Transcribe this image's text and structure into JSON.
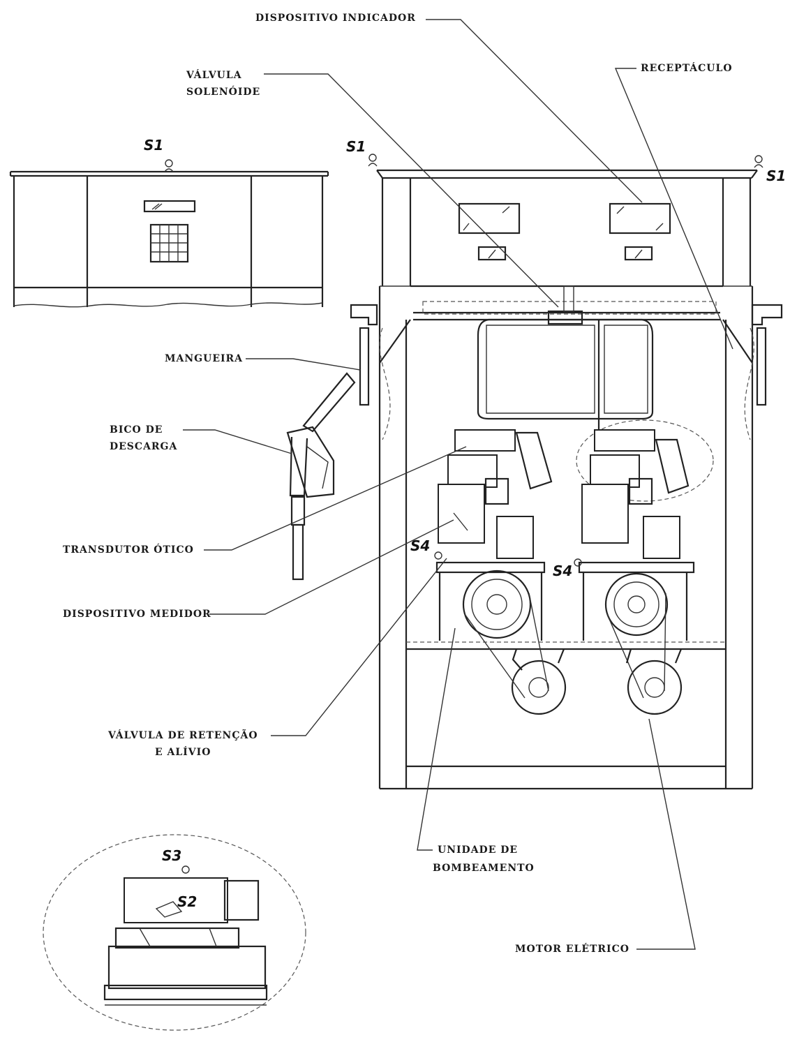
{
  "labels": {
    "dispositivo_indicador": "DISPOSITIVO INDICADOR",
    "valvula_solenoide": [
      "VÁLVULA",
      "SOLENÓIDE"
    ],
    "receptaculo": "RECEPTÁCULO",
    "mangueira": "MANGUEIRA",
    "bico_de_descarga": [
      "BICO DE",
      "DESCARGA"
    ],
    "transdutor_otico": "TRANSDUTOR ÓTICO",
    "dispositivo_medidor": "DISPOSITIVO MEDIDOR",
    "valvula_retencao": [
      "VÁLVULA DE RETENÇÃO",
      "E ALÍVIO"
    ],
    "unidade_bombeamento": [
      "UNIDADE DE",
      "BOMBEAMENTO"
    ],
    "motor_eletrico": "MOTOR ELÉTRICO"
  },
  "seal_tags": {
    "s1_left_panel": "S1",
    "s1_main_left": "S1",
    "s1_main_right": "S1",
    "s4_left": "S4",
    "s4_right": "S4",
    "s3_detail": "S3",
    "s2_detail": "S2"
  }
}
